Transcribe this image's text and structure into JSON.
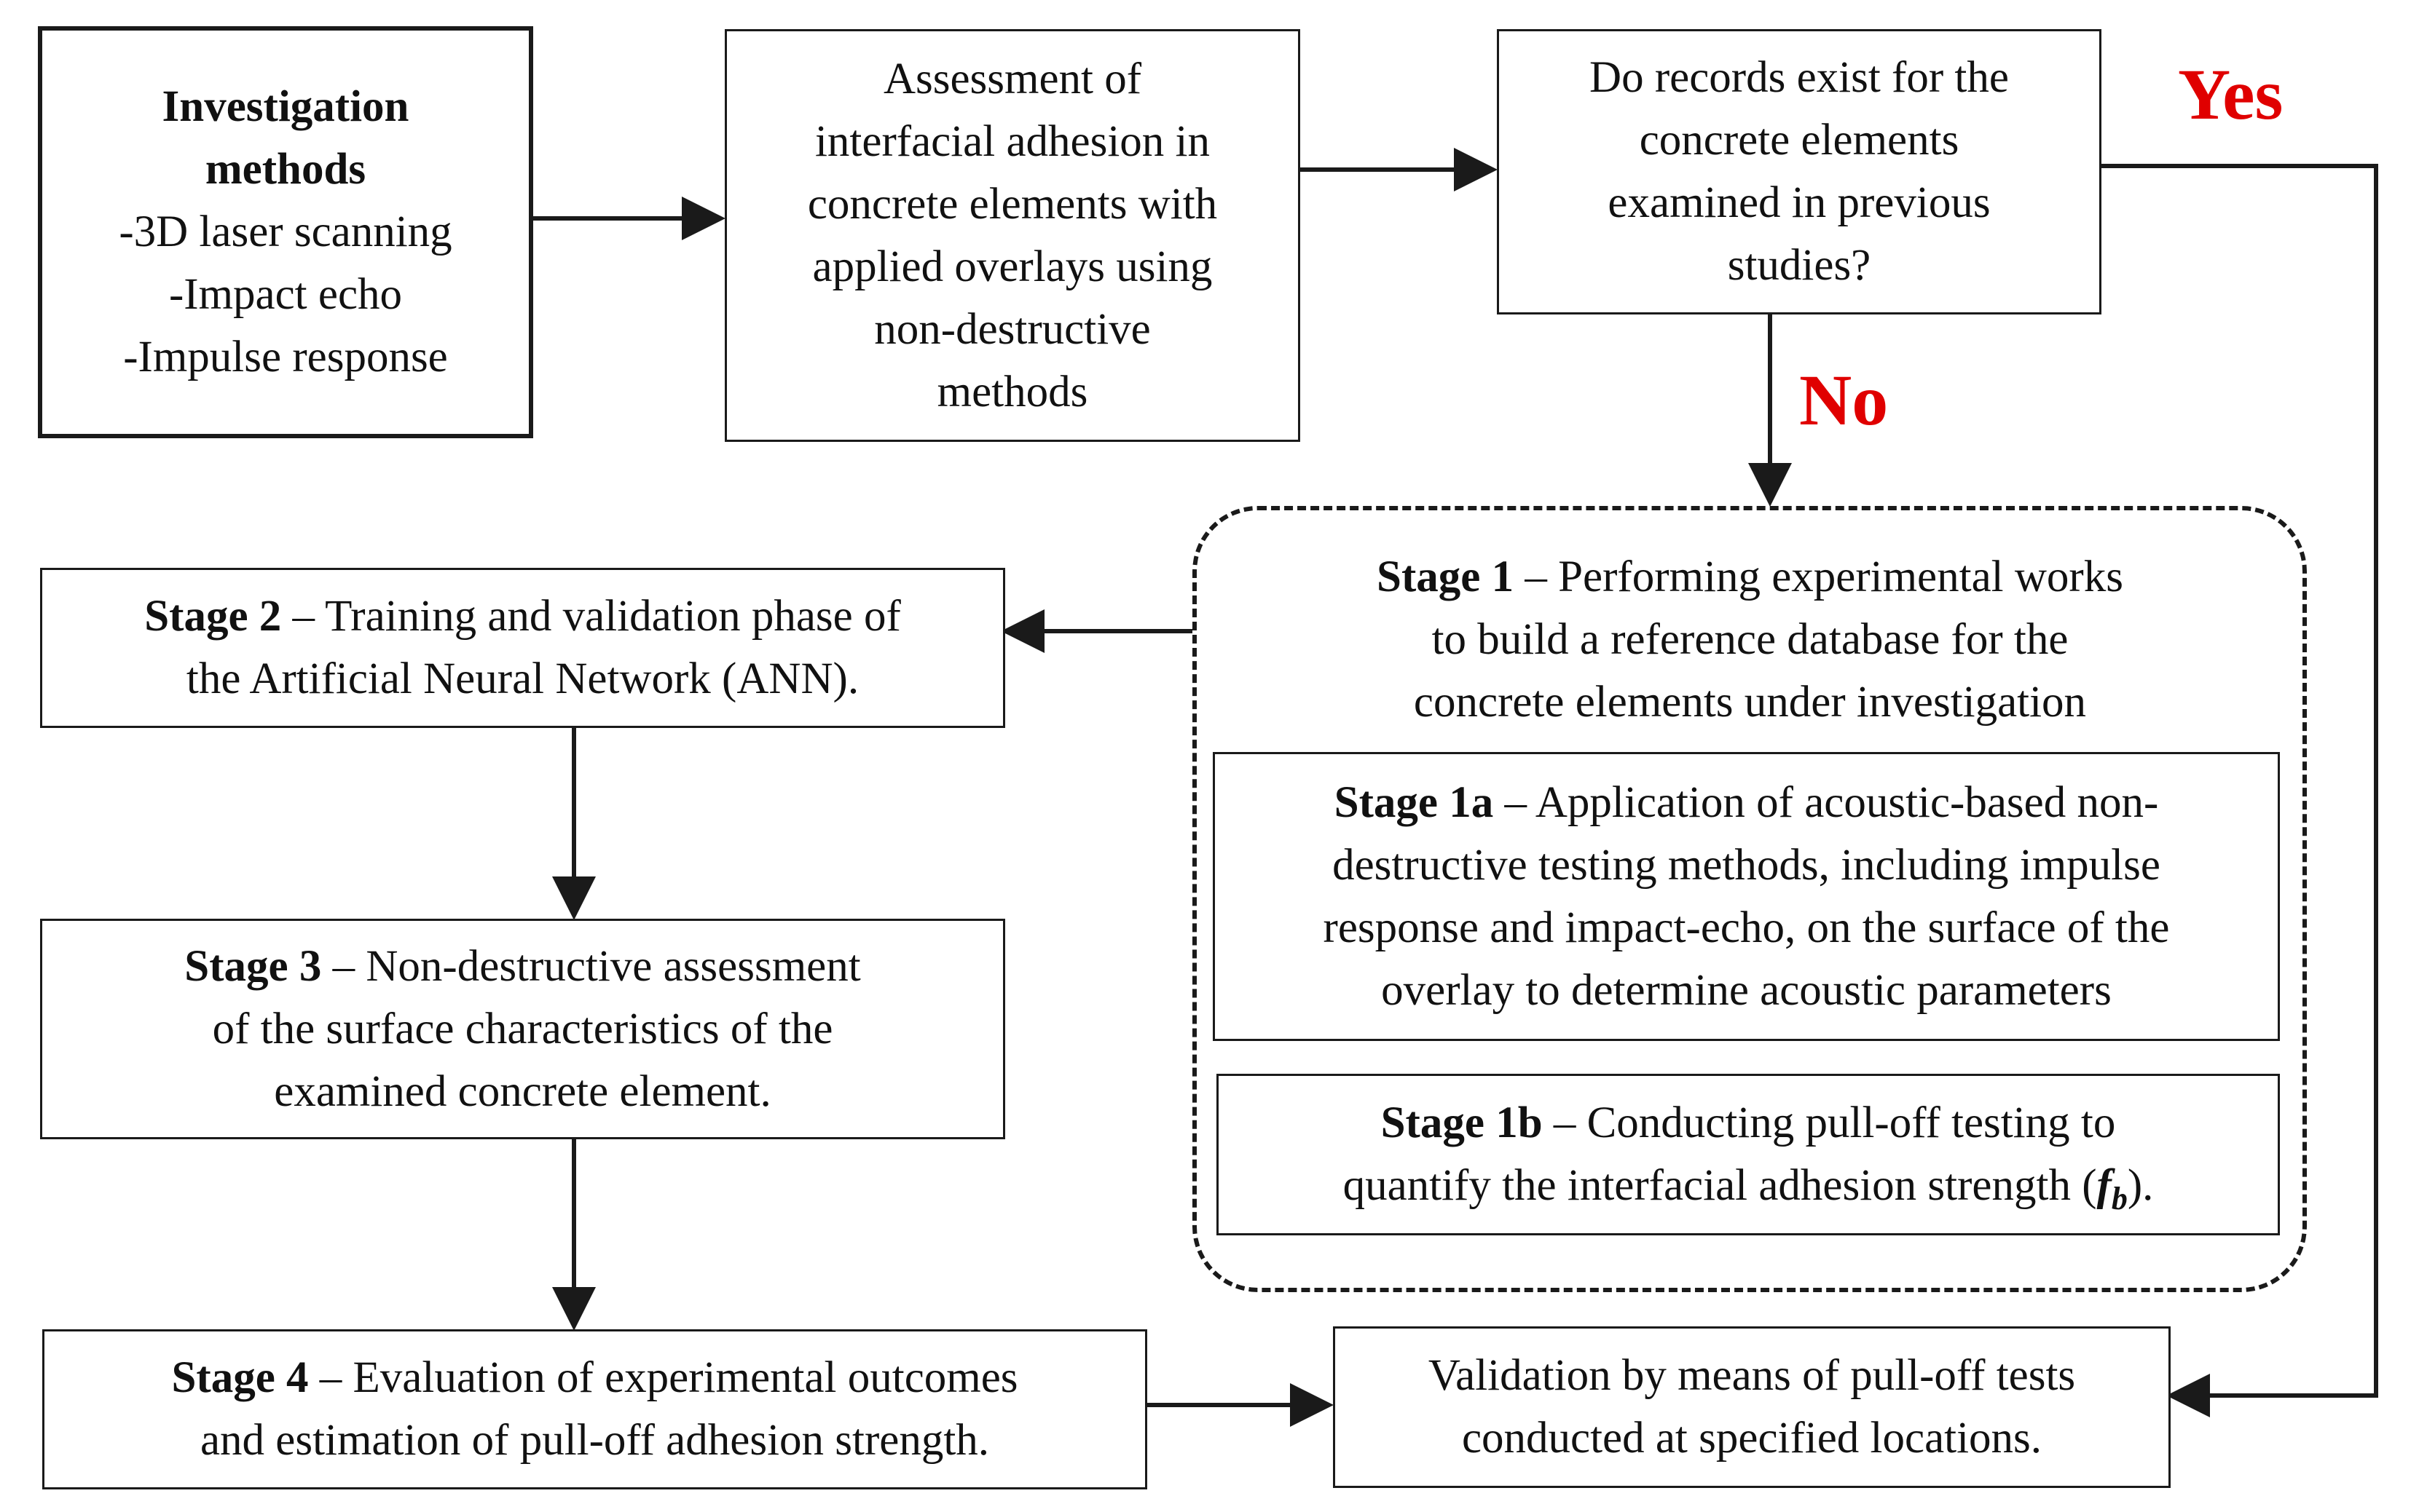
{
  "investigation": {
    "title_line1": "Investigation",
    "title_line2": "methods",
    "items": [
      "-3D laser scanning",
      "-Impact echo",
      "-Impulse response"
    ]
  },
  "assessment": {
    "lines": [
      "Assessment of",
      "interfacial adhesion in",
      "concrete elements with",
      "applied overlays using",
      "non-destructive",
      "methods"
    ]
  },
  "question": {
    "lines": [
      "Do records exist for the",
      "concrete elements",
      "examined in previous",
      "studies?"
    ]
  },
  "answers": {
    "yes": "Yes",
    "no": "No"
  },
  "stage1": {
    "label": "Stage 1",
    "text_line1": " – Performing experimental works",
    "text_line2": "to build a reference database for the",
    "text_line3": "concrete elements under investigation"
  },
  "stage1a": {
    "label": "Stage 1a",
    "text_line1": " – Application of acoustic-based non-",
    "text_line2": "destructive testing methods, including impulse",
    "text_line3": "response and impact-echo, on the surface of the",
    "text_line4": "overlay to determine acoustic parameters"
  },
  "stage1b": {
    "label": "Stage 1b",
    "text_line1": " – Conducting pull-off testing to",
    "text_line2_prefix": "quantify the interfacial adhesion strength (",
    "symbol": "f",
    "symbol_sub": "b",
    "text_line2_suffix": ")."
  },
  "stage2": {
    "label": "Stage 2",
    "text_line1": " – Training and validation phase of",
    "text_line2": "the Artificial Neural Network (ANN)."
  },
  "stage3": {
    "label": "Stage 3",
    "text_line1": " – Non-destructive assessment",
    "text_line2": "of the surface characteristics of the",
    "text_line3": "examined concrete element."
  },
  "stage4": {
    "label": "Stage 4",
    "text_line1": " – Evaluation of experimental outcomes",
    "text_line2": "and estimation of pull-off adhesion strength."
  },
  "validation": {
    "lines": [
      "Validation by means of pull-off tests",
      "conducted at specified locations."
    ]
  },
  "colors": {
    "answer": "#e00000",
    "line": "#1a1a1a"
  }
}
